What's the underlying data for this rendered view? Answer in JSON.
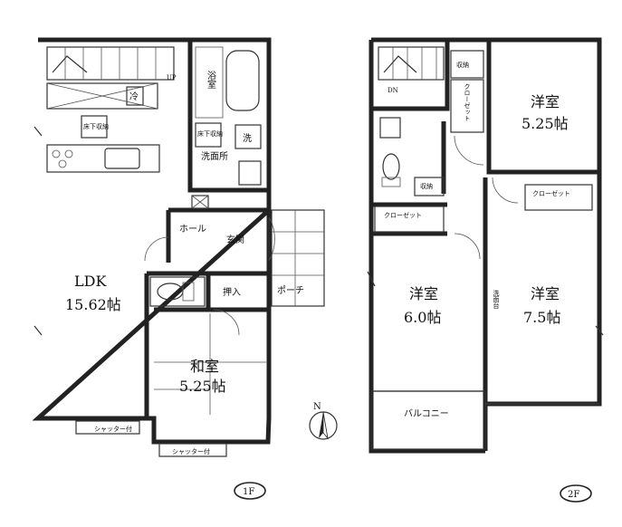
{
  "floor1": {
    "badge": "1F",
    "ldk_name": "LDK",
    "ldk_size": "15.62帖",
    "japanese_room_name": "和室",
    "japanese_room_size": "5.25帖",
    "bath": "浴室",
    "washroom": "洗面所",
    "hall": "ホール",
    "entrance": "玄関",
    "closet": "押入",
    "porch": "ポーチ",
    "fridge": "冷",
    "storage_under_stairs": "床下収納",
    "floor_storage": "床下収納",
    "washer": "洗",
    "shutter_a": "シャッター付",
    "shutter_b": "シャッター付",
    "up": "UP"
  },
  "floor2": {
    "badge": "2F",
    "room_ne_name": "洋室",
    "room_ne_size": "5.25帖",
    "room_w_name": "洋室",
    "room_w_size": "6.0帖",
    "room_e_name": "洋室",
    "room_e_size": "7.5帖",
    "balcony": "バルコニー",
    "closet_w": "クローゼット",
    "closet_e": "クローゼット",
    "closet_v": "クローゼット",
    "storage_a": "収納",
    "storage_b": "収納",
    "washbasin": "洗面台",
    "down": "DN"
  },
  "compass": "N"
}
